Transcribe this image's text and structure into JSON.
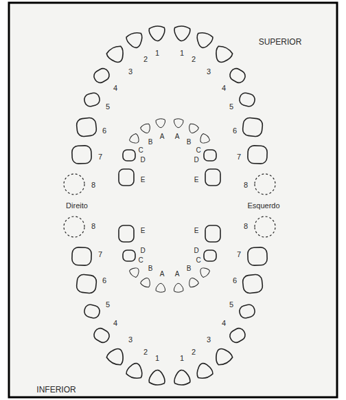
{
  "diagram": {
    "labels": [
      "SUPERIOR",
      "1",
      "2",
      "3",
      "4",
      "5",
      "6",
      "7",
      "8",
      "1",
      "2",
      "3",
      "4",
      "5",
      "6",
      "7",
      "8",
      "A",
      "B",
      "C",
      "D",
      "E",
      "A",
      "B",
      "C",
      "D",
      "E",
      "Direito",
      "Esquerdo",
      "A",
      "B",
      "C",
      "D",
      "E",
      "A",
      "B",
      "C",
      "D",
      "E",
      "1",
      "2",
      "3",
      "4",
      "5",
      "6",
      "7",
      "8",
      "1",
      "2",
      "3",
      "4",
      "5",
      "6",
      "7",
      "8",
      "INFERIOR"
    ]
  }
}
